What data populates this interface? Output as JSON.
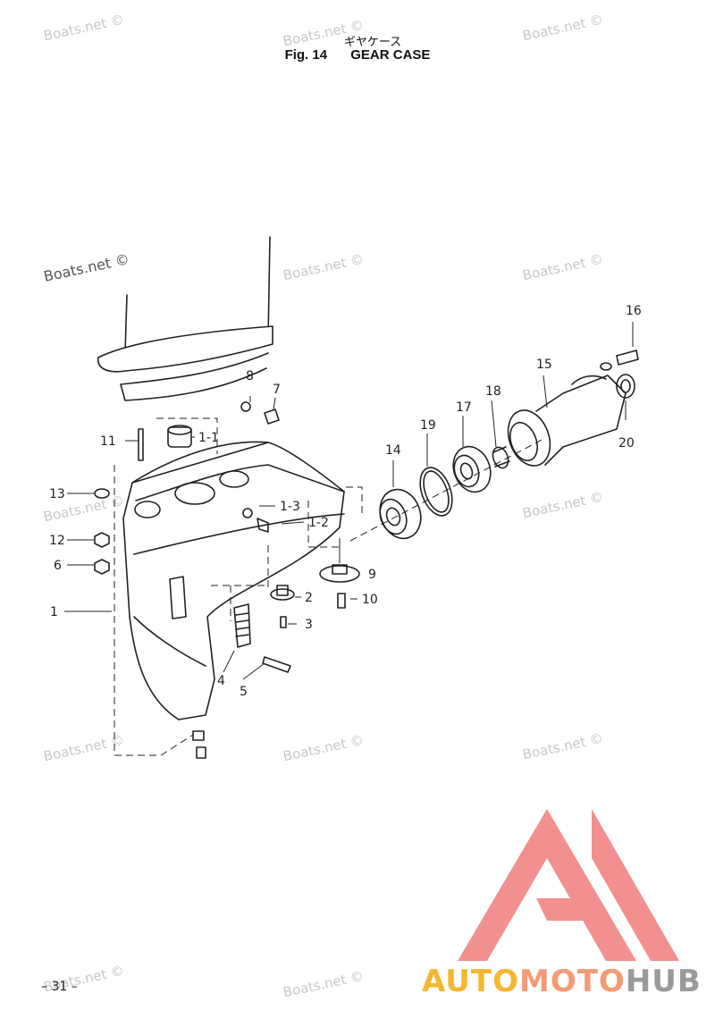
{
  "header": {
    "title_jp": "ギヤケース",
    "fig_label": "Fig. 14",
    "title": "GEAR CASE"
  },
  "page_number": "– 31 –",
  "watermark": "Boats.net ©",
  "logo": {
    "part1": "AUTO",
    "part2": "MOTO",
    "part3": "HUB",
    "colors": {
      "triangle": "#ee6b6b",
      "auto": "#f4b731",
      "moto": "#f29b77",
      "hub": "#9a9a9a"
    }
  },
  "callouts": [
    "1",
    "1-1",
    "1-2",
    "1-3",
    "2",
    "3",
    "4",
    "5",
    "6",
    "7",
    "8",
    "9",
    "10",
    "11",
    "12",
    "13",
    "14",
    "15",
    "16",
    "17",
    "18",
    "19",
    "20"
  ],
  "colors": {
    "line": "#222222",
    "watermark": "#c8c8c8"
  }
}
